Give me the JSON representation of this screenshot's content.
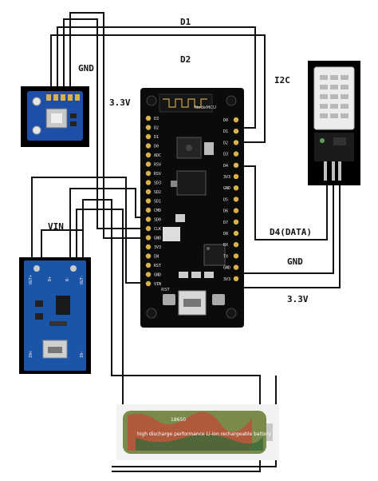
{
  "labels": {
    "d1": "D1",
    "d2": "D2",
    "gnd_top": "GND",
    "v33_left": "3.3V",
    "i2c": "I2C",
    "vin": "VIN",
    "d4": "D4(DATA)",
    "gnd_right": "GND",
    "v33_right": "3.3V"
  },
  "mcu_pins_left": [
    "D3",
    "D2",
    "D1",
    "D0",
    "ADC",
    "RSV",
    "RSV",
    "SD3",
    "SD2",
    "SD1",
    "CMD",
    "SD0",
    "CLK",
    "GND",
    "3V3",
    "EN",
    "RST",
    "GND",
    "VIN"
  ],
  "mcu_pins_right": [
    "D0",
    "D1",
    "D2",
    "D3",
    "D4",
    "3V3",
    "GND",
    "D5",
    "D6",
    "D7",
    "D8",
    "RX",
    "TX",
    "GND",
    "3V3"
  ],
  "mcu": {
    "chip_label": "NodeMCU",
    "rst_label": "RST"
  },
  "charger": {
    "out_plus": "OUT+",
    "out_minus": "OUT-",
    "b_plus": "B+",
    "b_minus": "B-",
    "in_plus": "IN+",
    "in_minus": "IN-"
  },
  "battery": {
    "label": "high discharge performance Li-ion rechargeable battery",
    "brand": "18650"
  },
  "colors": {
    "wire": "#111111",
    "board": "#0b0b0b",
    "bmp_blue": "#1e4fa8",
    "charger_blue": "#1a55a8"
  }
}
